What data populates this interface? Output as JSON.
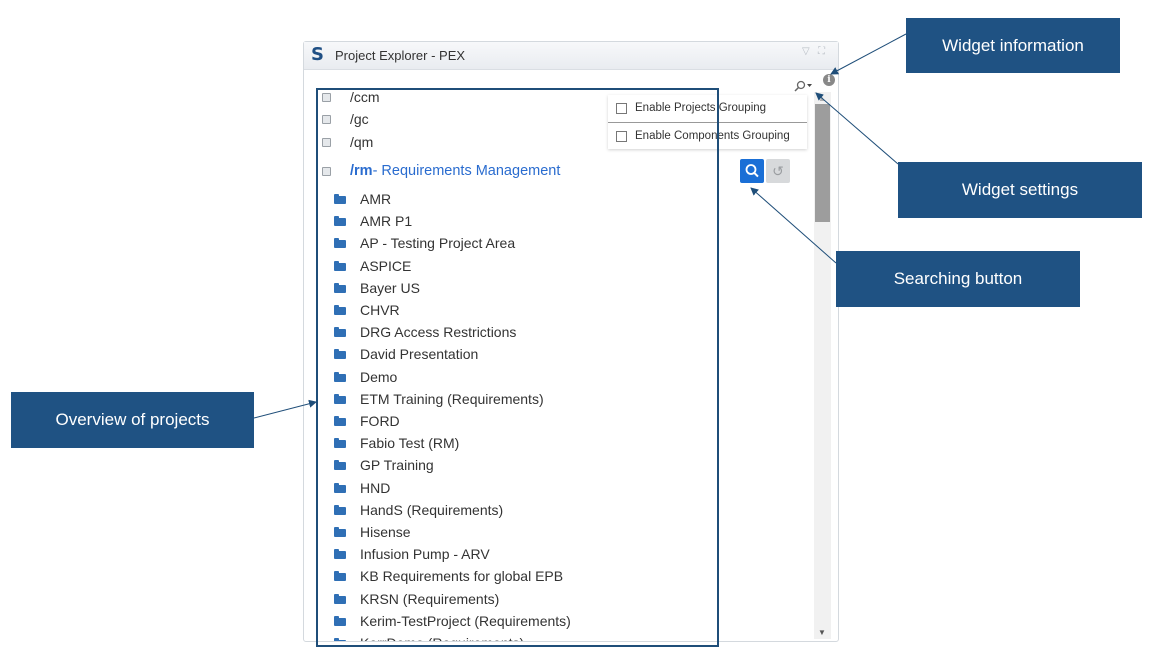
{
  "widget": {
    "title": "Project Explorer - PEX",
    "logo": "S",
    "icons": {
      "settings": "settings-magnifier-icon",
      "info": "info-icon",
      "search": "search-icon",
      "reset": "reset-icon"
    }
  },
  "menu": {
    "items": [
      "Enable Projects Grouping",
      "Enable Components Grouping"
    ]
  },
  "tree": {
    "servers": [
      "/ccm",
      "/gc",
      "/qm"
    ],
    "rm": {
      "path": "/rm",
      "label": "- Requirements Management"
    },
    "projects": [
      "AMR",
      "AMR P1",
      "AP - Testing Project Area",
      "ASPICE",
      "Bayer US",
      "CHVR",
      "DRG Access Restrictions",
      "David Presentation",
      "Demo",
      "ETM Training (Requirements)",
      "FORD",
      "Fabio Test (RM)",
      "GP Training",
      "HND",
      "HandS (Requirements)",
      "Hisense",
      "Infusion Pump - ARV",
      "KB Requirements for global EPB",
      "KRSN (Requirements)",
      "Kerim-TestProject (Requirements)",
      "KerrDemo (Requirements)"
    ]
  },
  "callouts": {
    "widget_information": "Widget information",
    "widget_settings": "Widget settings",
    "searching_button": "Searching button",
    "overview_of_projects": "Overview of projects"
  },
  "colors": {
    "callout_bg": "#1f5283",
    "accent_blue": "#2a6ccf",
    "search_button": "#1a6fd6",
    "highlight_border": "#1f4e79"
  }
}
